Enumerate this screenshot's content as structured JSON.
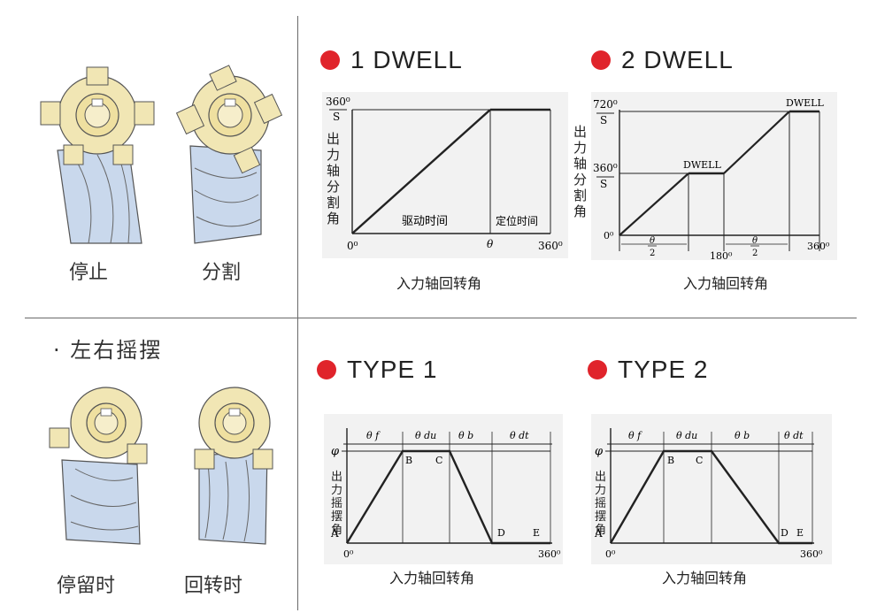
{
  "left_panel": {
    "top_captions": [
      "停止",
      "分割"
    ],
    "section_title": "· 左右摇摆",
    "bottom_captions": [
      "停留时",
      "回转时"
    ]
  },
  "charts": {
    "dwell1": {
      "heading": "1 DWELL",
      "y_top_num": "360⁰",
      "y_top_den": "S",
      "y_axis_label": "出力轴分割角",
      "origin": "0⁰",
      "theta": "θ",
      "x_end": "360⁰",
      "region_move": "驱动时间",
      "region_dwell": "定位时间",
      "x_title": "入力轴回转角"
    },
    "dwell2": {
      "heading": "2 DWELL",
      "y_top_num": "720⁰",
      "y_top_den": "S",
      "y_mid_num": "360⁰",
      "y_mid_den": "S",
      "y_axis_label": "出力轴分割角",
      "origin": "0⁰",
      "dwell_label_1": "DWELL",
      "dwell_label_2": "DWELL",
      "half_num": "θ",
      "half_den": "2",
      "x_mid": "180⁰",
      "x_end": "360⁰",
      "x_title": "入力轴回转角"
    },
    "type1": {
      "heading": "TYPE 1",
      "phi": "φ",
      "a": "A",
      "y_axis_label": "出力摇摆角",
      "segments": [
        "θ f",
        "θ du",
        "θ b",
        "θ dt"
      ],
      "points": [
        "B",
        "C",
        "D",
        "E"
      ],
      "origin": "0⁰",
      "x_end": "360⁰",
      "x_title": "入力轴回转角"
    },
    "type2": {
      "heading": "TYPE 2",
      "phi": "φ",
      "a": "A",
      "y_axis_label": "出力摇摆角",
      "segments": [
        "θ f",
        "θ du",
        "θ b",
        "θ dt"
      ],
      "points": [
        "B",
        "C",
        "D",
        "E"
      ],
      "origin": "0⁰",
      "x_end": "360⁰",
      "x_title": "入力轴回转角"
    }
  },
  "colors": {
    "dot": "#e0242b",
    "metal": "#f1e6b4",
    "blue": "#c9d8ec"
  }
}
